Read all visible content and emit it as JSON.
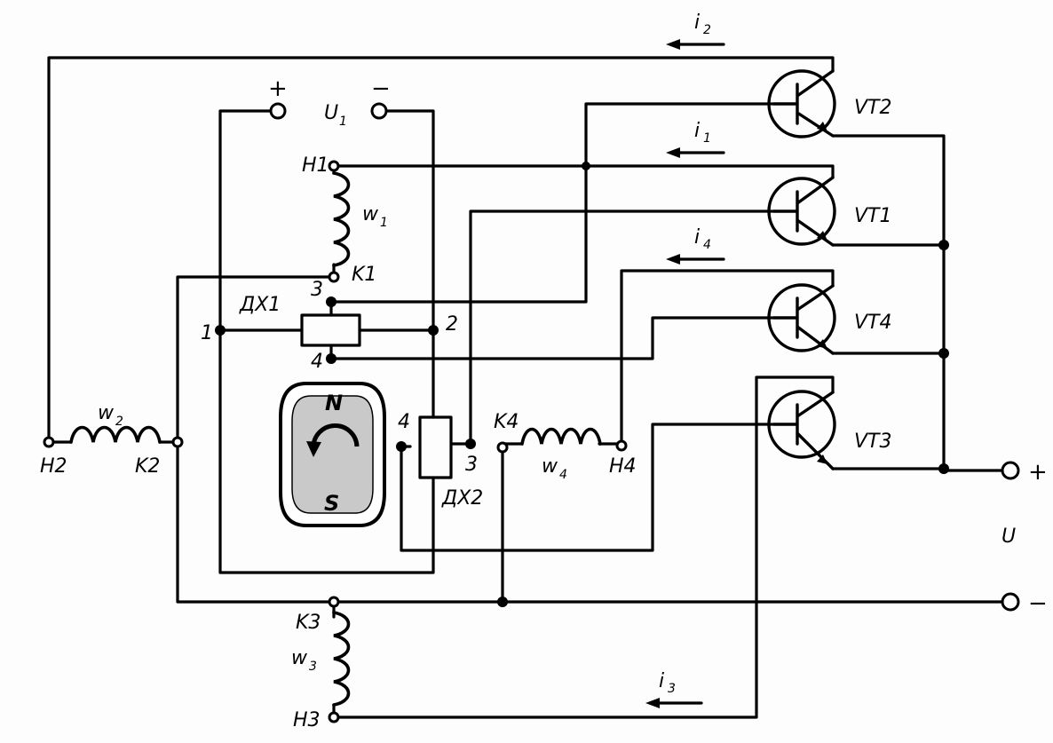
{
  "supply": {
    "plus": "+",
    "minus": "−",
    "label": "U"
  },
  "control": {
    "plus": "+",
    "minus": "−",
    "label": "U",
    "sub": "1"
  },
  "windings": {
    "w1": {
      "label": "w",
      "sub": "1",
      "start": "H1",
      "end": "K1"
    },
    "w2": {
      "label": "w",
      "sub": "2",
      "start": "H2",
      "end": "K2"
    },
    "w3": {
      "label": "w",
      "sub": "3",
      "start": "H3",
      "end": "K3"
    },
    "w4": {
      "label": "w",
      "sub": "4",
      "start": "H4",
      "end": "K4"
    }
  },
  "currents": {
    "i1": {
      "label": "i",
      "sub": "1"
    },
    "i2": {
      "label": "i",
      "sub": "2"
    },
    "i3": {
      "label": "i",
      "sub": "3"
    },
    "i4": {
      "label": "i",
      "sub": "4"
    }
  },
  "hall1": {
    "label": "ДХ1",
    "p1": "1",
    "p2": "2",
    "p3": "3",
    "p4": "4"
  },
  "hall2": {
    "label": "ДХ2",
    "p3": "3",
    "p4": "4"
  },
  "transistors": {
    "vt1": "VT1",
    "vt2": "VT2",
    "vt3": "VT3",
    "vt4": "VT4"
  },
  "rotor": {
    "north": "N",
    "south": "S"
  }
}
